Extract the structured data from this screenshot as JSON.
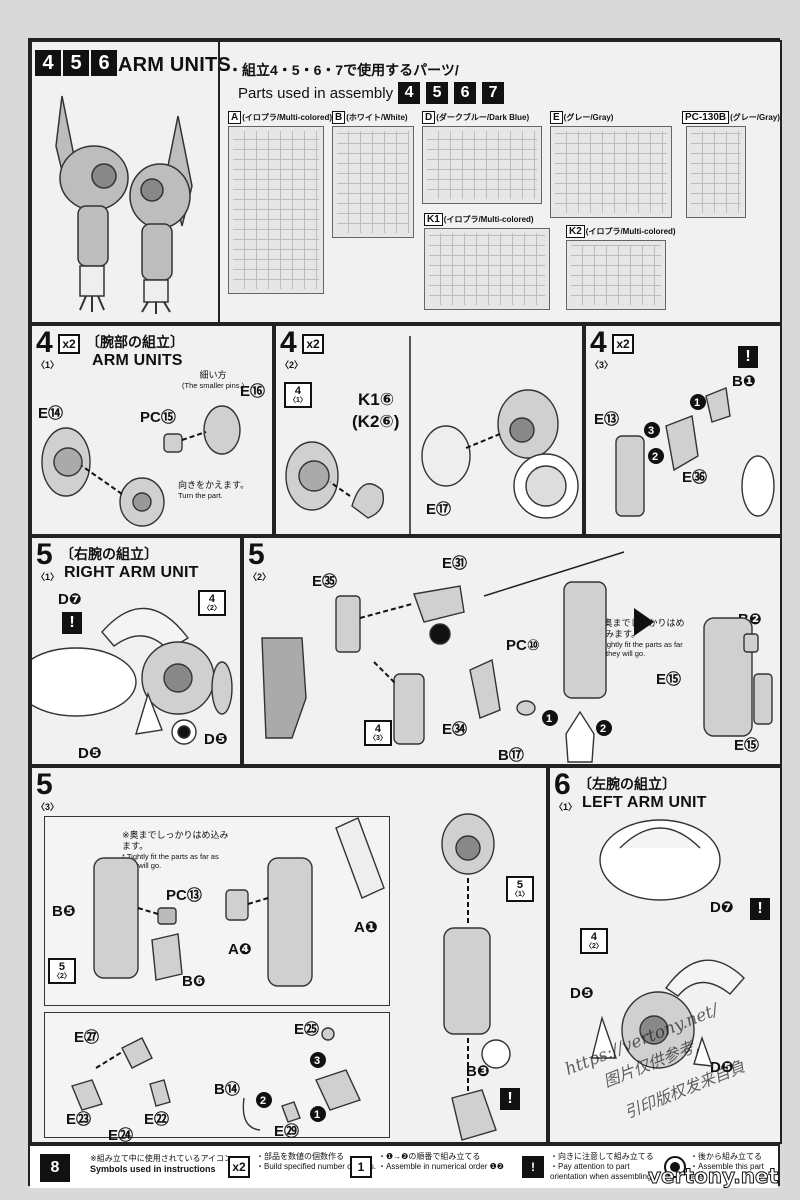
{
  "header": {
    "steps": [
      "4",
      "5",
      "6"
    ],
    "title": "ARM UNITS",
    "parts_jp": "・組立4・5・6・7で使用するパーツ/",
    "parts_en": "Parts used in assembly",
    "parts_steps": [
      "4",
      "5",
      "6",
      "7"
    ]
  },
  "runners": [
    {
      "code": "A",
      "name": "(イロプラ/Multi-colored)"
    },
    {
      "code": "B",
      "name": "(ホワイト/White)"
    },
    {
      "code": "D",
      "name": "(ダークブルー/Dark Blue)"
    },
    {
      "code": "E",
      "name": "(グレー/Gray)"
    },
    {
      "code": "PC-130B",
      "name": "(グレー/Gray)"
    },
    {
      "code": "K1",
      "name": "(イロプラ/Multi-colored)"
    },
    {
      "code": "K2",
      "name": "(イロプラ/Multi-colored)"
    }
  ],
  "step4_1": {
    "num": "4",
    "sub": "〈1〉",
    "mult": "x2",
    "jp": "〔腕部の組立〕",
    "en": "ARM UNITS",
    "labels": [
      "E⑭",
      "PC⑮",
      "E⑯"
    ],
    "note_jp": "細い方",
    "note_en": "(The smaller pins.)",
    "turn_jp": "向きをかえます。",
    "turn_en": "Turn the part."
  },
  "step4_2": {
    "num": "4",
    "sub": "〈2〉",
    "mult": "x2",
    "ref_num": "4",
    "ref_sub": "〈1〉",
    "labels": [
      "K1⑥",
      "(K2⑥)",
      "E⑰"
    ]
  },
  "step4_3": {
    "num": "4",
    "sub": "〈3〉",
    "mult": "x2",
    "labels": [
      "B❶",
      "E⑬",
      "E㊱"
    ],
    "warn": "!"
  },
  "step5_1": {
    "num": "5",
    "sub": "〈1〉",
    "jp": "〔右腕の組立〕",
    "en": "RIGHT ARM UNIT",
    "labels": [
      "D❼",
      "D❺",
      "D❺"
    ],
    "ref_num": "4",
    "ref_sub": "〈2〉",
    "warn": "!"
  },
  "step5_2": {
    "num": "5",
    "sub": "〈2〉",
    "labels": [
      "E㉟",
      "E㉛",
      "E㉞",
      "PC⑩",
      "B⑰",
      "B❷",
      "E⑮",
      "E⑮"
    ],
    "ref_num": "4",
    "ref_sub": "〈3〉",
    "note_jp": "※奥までしっかりはめ込みます。",
    "note_en": "* Tightly fit the parts as far as they will go."
  },
  "step5_3": {
    "num": "5",
    "sub": "〈3〉",
    "labels": [
      "B❺",
      "PC⑬",
      "B❻",
      "A❹",
      "A❶",
      "E㉗",
      "E㉕",
      "E㉓",
      "E㉔",
      "E㉒",
      "B⑭",
      "E㉙",
      "B❸"
    ],
    "ref_num": "5",
    "ref_sub": "〈2〉",
    "ref2_num": "5",
    "ref2_sub": "〈1〉",
    "note_jp": "※奥までしっかりはめ込みます。",
    "note_en": "* Tightly fit the parts as far as they will go.",
    "warn": "!"
  },
  "step6_1": {
    "num": "6",
    "sub": "〈1〉",
    "jp": "〔左腕の組立〕",
    "en": "LEFT ARM UNIT",
    "labels": [
      "D❼",
      "D❺",
      "D❺"
    ],
    "ref_num": "4",
    "ref_sub": "〈2〉",
    "warn": "!"
  },
  "footer": {
    "page": "8",
    "icons_jp": "※組み立て中に使用されているアイコン",
    "icons_en": "Symbols used in instructions",
    "mult": "x2",
    "mult_jp": "・部品を数値の個数作る",
    "mult_en": "・Build specified number of parts.",
    "order_jp": "・❶→❷の順番で組み立てる",
    "order_en": "・Assemble in numerical order ❶❷",
    "attn_jp": "・向きに注意して組み立てる",
    "attn_en": "・Pay attention to part orientation when assembling.",
    "later_jp": "・後から組み立てる",
    "later_en": "・Assemble this part later."
  },
  "watermark": {
    "url": "https://vertony.net/",
    "cn1": "图片仅供参考,",
    "cn2": "引印版权发来自負",
    "site": "vertony.net"
  }
}
